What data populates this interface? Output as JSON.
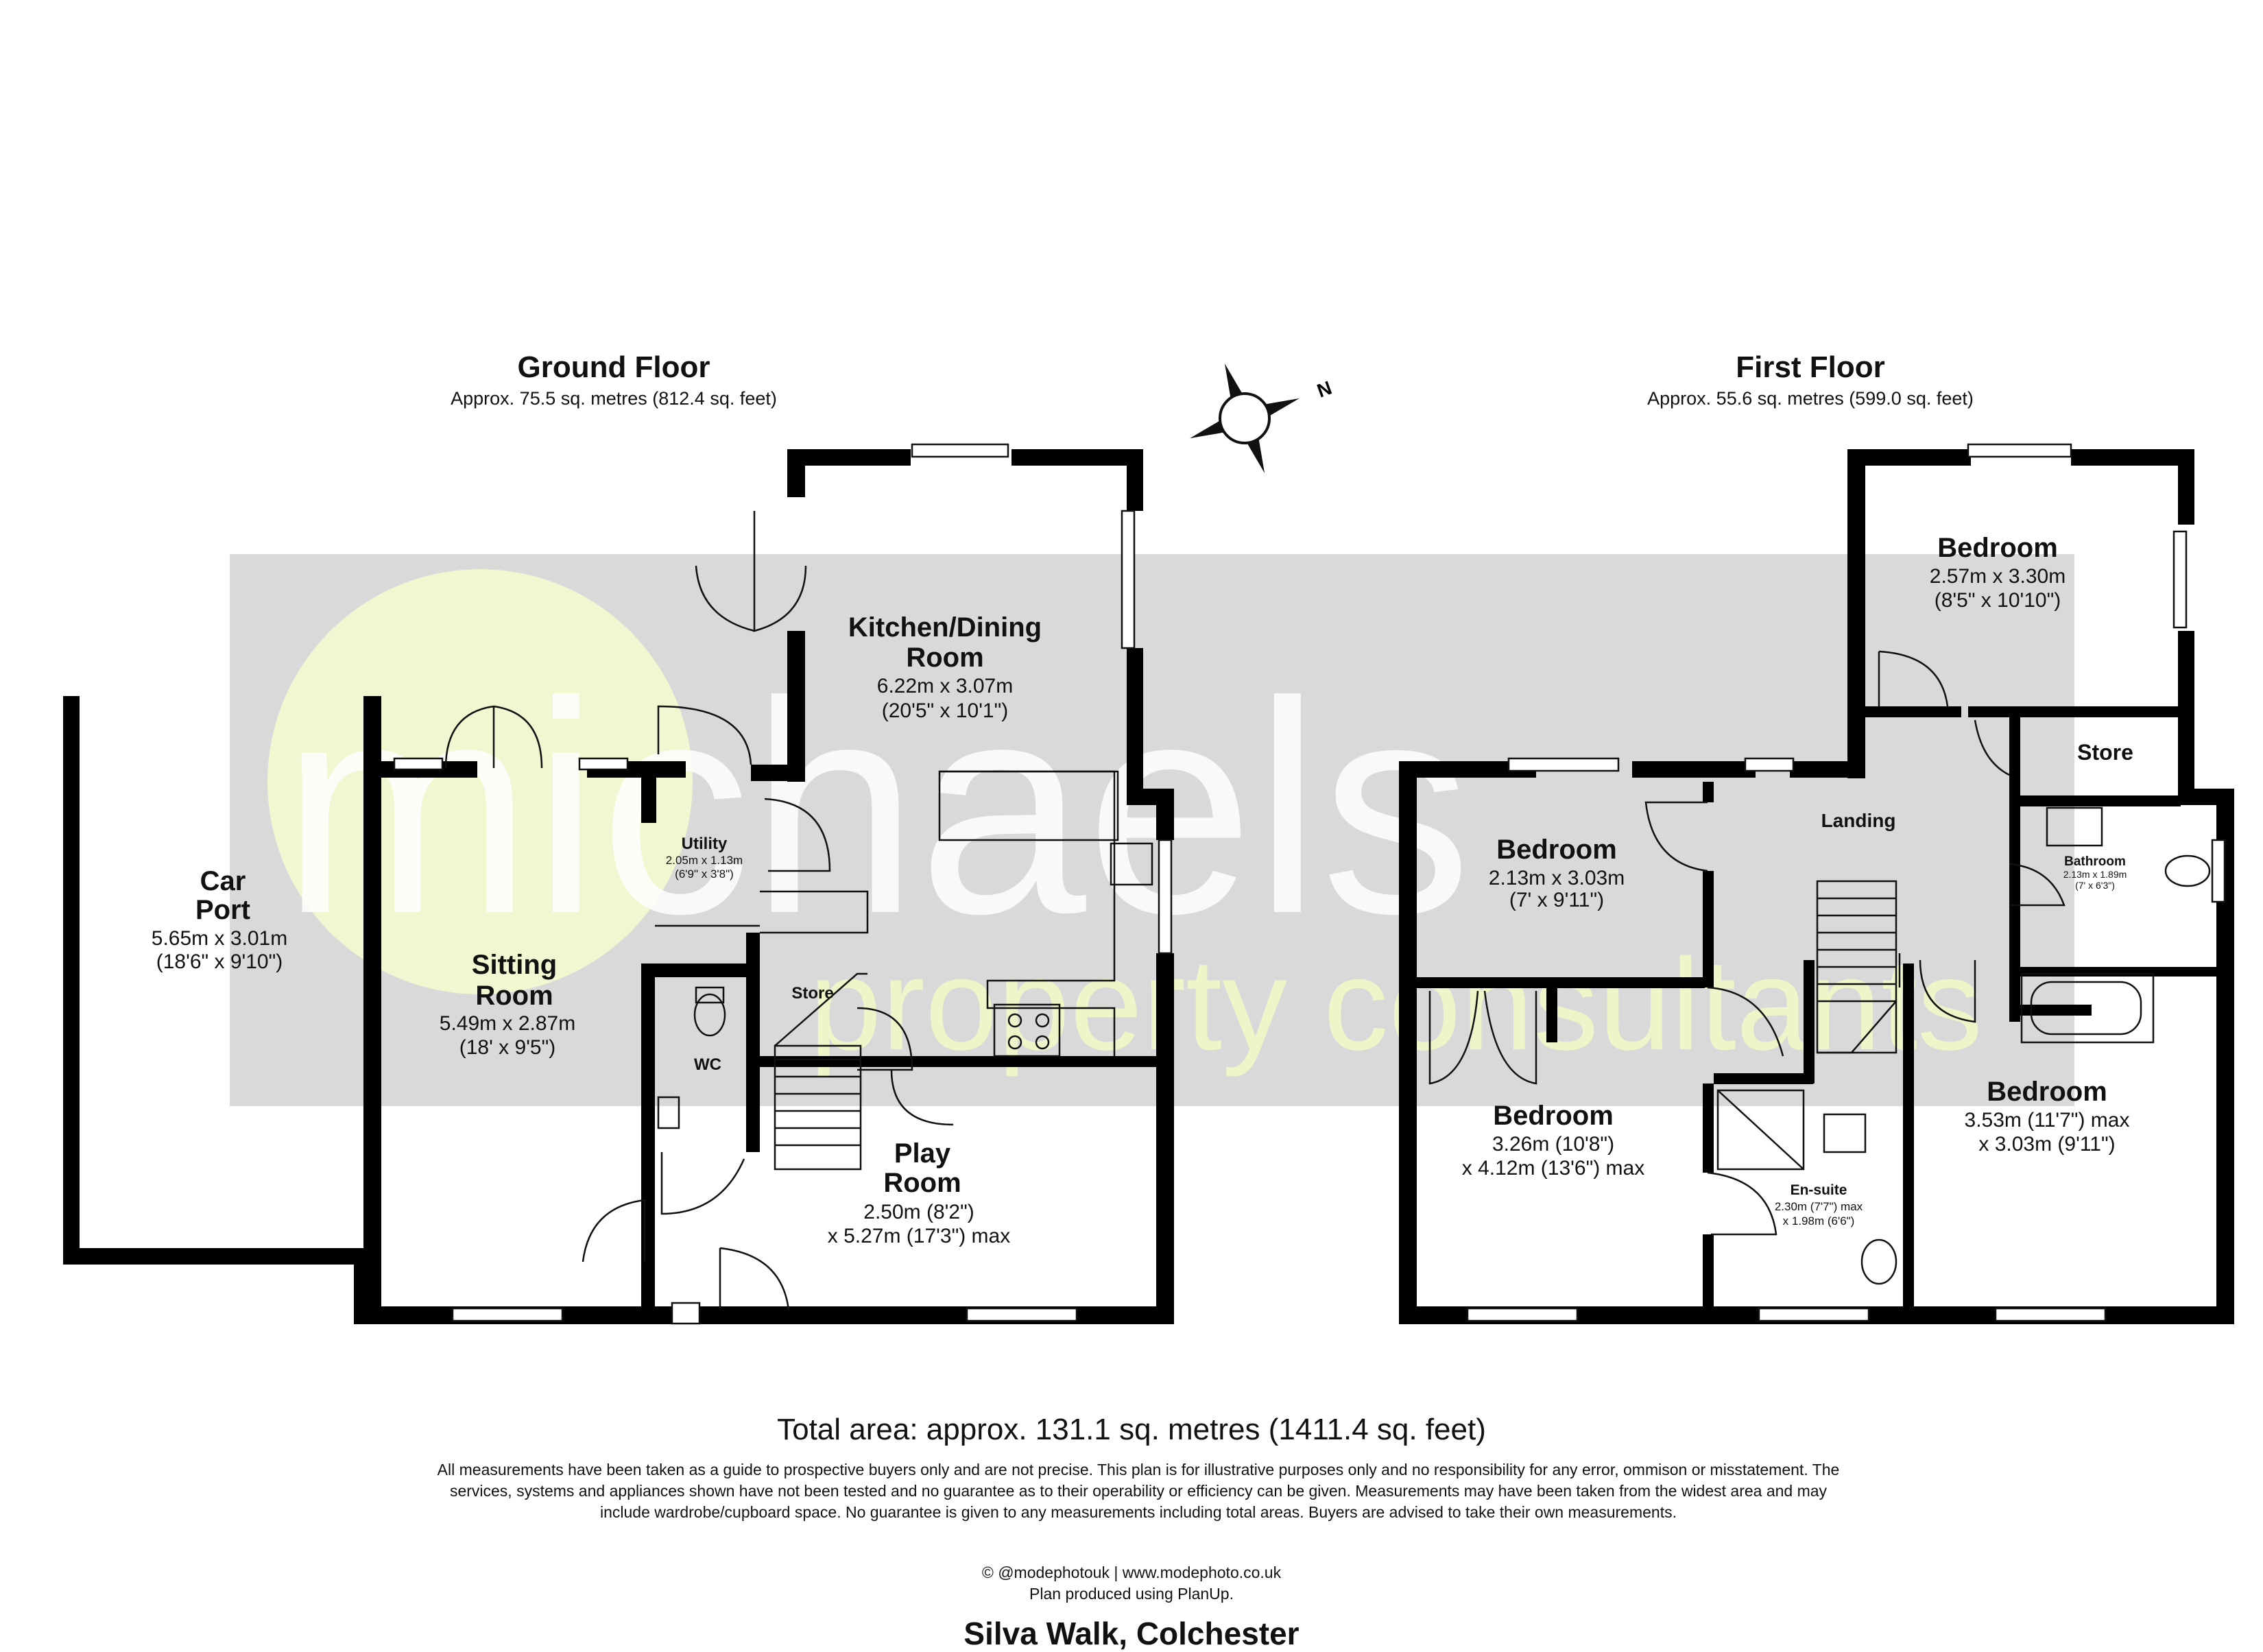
{
  "watermark": {
    "brand": "michaels",
    "tagline": "property consultants"
  },
  "ground_floor": {
    "title": "Ground Floor",
    "area": "Approx. 75.5 sq. metres (812.4 sq. feet)",
    "rooms": {
      "car_port": {
        "name1": "Car",
        "name2": "Port",
        "dim1": "5.65m x 3.01m",
        "dim2": "(18'6\" x 9'10\")"
      },
      "sitting_room": {
        "name1": "Sitting",
        "name2": "Room",
        "dim1": "5.49m x 2.87m",
        "dim2": "(18' x 9'5\")"
      },
      "utility": {
        "name": "Utility",
        "dim1": "2.05m x 1.13m",
        "dim2": "(6'9\" x 3'8\")"
      },
      "kitchen": {
        "name1": "Kitchen/Dining",
        "name2": "Room",
        "dim1": "6.22m x 3.07m",
        "dim2": "(20'5\" x 10'1\")"
      },
      "store": {
        "name": "Store"
      },
      "wc": {
        "name": "WC"
      },
      "play_room": {
        "name1": "Play",
        "name2": "Room",
        "dim1": "2.50m (8'2\")",
        "dim2": "x 5.27m (17'3\") max"
      }
    }
  },
  "first_floor": {
    "title": "First Floor",
    "area": "Approx. 55.6 sq. metres (599.0 sq. feet)",
    "rooms": {
      "bedroom_top": {
        "name": "Bedroom",
        "dim1": "2.57m x 3.30m",
        "dim2": "(8'5\" x 10'10\")"
      },
      "store": {
        "name": "Store"
      },
      "bedroom_small": {
        "name": "Bedroom",
        "dim1": "2.13m x 3.03m",
        "dim2": "(7' x 9'11\")"
      },
      "landing": {
        "name": "Landing"
      },
      "bathroom": {
        "name": "Bathroom",
        "dim1": "2.13m x 1.89m",
        "dim2": "(7' x 6'3\")"
      },
      "bedroom_main": {
        "name": "Bedroom",
        "dim1": "3.26m (10'8\")",
        "dim2": "x 4.12m (13'6\") max"
      },
      "ensuite": {
        "name": "En-suite",
        "dim1": "2.30m (7'7\") max",
        "dim2": "x 1.98m (6'6\")"
      },
      "bedroom_right": {
        "name": "Bedroom",
        "dim1": "3.53m (11'7\") max",
        "dim2": "x 3.03m (9'11\")"
      }
    }
  },
  "compass": {
    "label": "N"
  },
  "footer": {
    "total_area": "Total area: approx. 131.1 sq. metres (1411.4 sq. feet)",
    "disclaimer": "All measurements have been taken as a guide to prospective buyers only and are not precise. This plan is for illustrative purposes only and no responsibility for any error, ommison or misstatement. The services, systems and appliances shown have not been tested and no guarantee as to their operability or efficiency can be given. Measurements may have been taken from the widest area and may include wardrobe/cupboard space. No guarantee is given to any measurements including total areas. Buyers are advised to take their own measurements.",
    "credit_line1": "© @modephotouk | www.modephoto.co.uk",
    "credit_line2": "Plan produced using PlanUp.",
    "address": "Silva Walk, Colchester"
  }
}
